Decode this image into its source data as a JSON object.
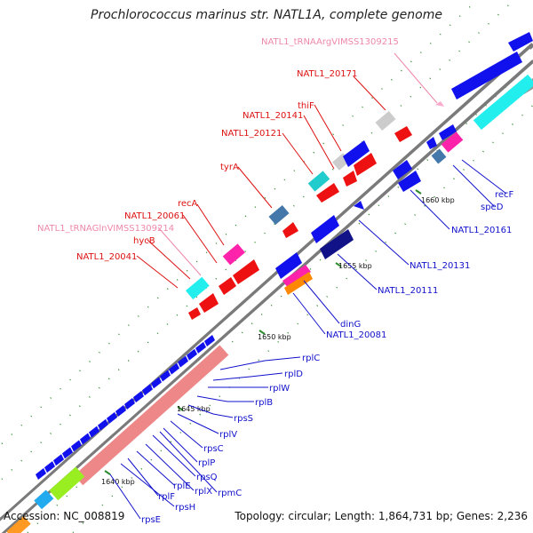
{
  "title": "Prochlorococcus marinus str. NATL1A, complete genome",
  "accession_text": "Accession: NC_008819",
  "summary_text": "Topology: circular; Length: 1,864,731 bp; Genes: 2,236",
  "colors": {
    "backbone": "#7a7a7a",
    "tick": "#2e8b2e",
    "label_red": "#dd1111",
    "label_blue": "#1111cc",
    "label_pink": "#ee88aa"
  },
  "tick_labels": [
    {
      "text": "1640 kbp"
    },
    {
      "text": "1645 kbp"
    },
    {
      "text": "1650 kbp"
    },
    {
      "text": "1655 kbp"
    },
    {
      "text": "1660 kbp"
    }
  ],
  "top_labels": [
    {
      "text": "NATL1_tRNAArgVIMSS1309215",
      "color": "#ee88aa"
    },
    {
      "text": "NATL1_20171",
      "color": "#dd1111"
    },
    {
      "text": "thiF",
      "color": "#dd1111"
    },
    {
      "text": "NATL1_20141",
      "color": "#dd1111"
    },
    {
      "text": "NATL1_20121",
      "color": "#dd1111"
    },
    {
      "text": "tyrA",
      "color": "#dd1111"
    },
    {
      "text": "recA",
      "color": "#dd1111"
    },
    {
      "text": "NATL1_20061",
      "color": "#dd1111"
    },
    {
      "text": "NATL1_tRNAGlnVIMSS1309214",
      "color": "#ee88aa"
    },
    {
      "text": "hycB",
      "color": "#dd1111"
    },
    {
      "text": "NATL1_20041",
      "color": "#dd1111"
    }
  ],
  "bottom_labels": [
    {
      "text": "recF"
    },
    {
      "text": "speD"
    },
    {
      "text": "NATL1_20161"
    },
    {
      "text": "NATL1_20131"
    },
    {
      "text": "NATL1_20111"
    },
    {
      "text": "dinG"
    },
    {
      "text": "NATL1_20081"
    },
    {
      "text": "rplC"
    },
    {
      "text": "rplD"
    },
    {
      "text": "rplW"
    },
    {
      "text": "rplB"
    },
    {
      "text": "rpsS"
    },
    {
      "text": "rplV"
    },
    {
      "text": "rpsC"
    },
    {
      "text": "rplP"
    },
    {
      "text": "rpsQ"
    },
    {
      "text": "rpmC"
    },
    {
      "text": "rplX"
    },
    {
      "text": "rplE"
    },
    {
      "text": "rplF"
    },
    {
      "text": "rpsH"
    },
    {
      "text": "rpsE"
    }
  ]
}
